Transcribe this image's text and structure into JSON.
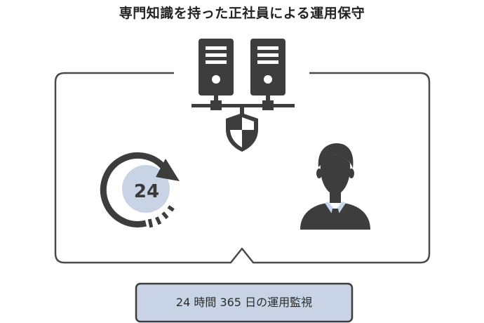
{
  "title": "専門知識を持った正社員による運用保守",
  "badge": {
    "label": "24"
  },
  "callout": {
    "text": "24 時間 365 日の運用監視"
  },
  "colors": {
    "ink": "#3d3d3d",
    "frame": "#4a4a4a",
    "accent_light": "#c8d4e6",
    "shirt": "#c9d6ea",
    "white": "#ffffff"
  },
  "icons": [
    "server-icon",
    "shield-icon",
    "clock-24-icon",
    "person-icon"
  ]
}
